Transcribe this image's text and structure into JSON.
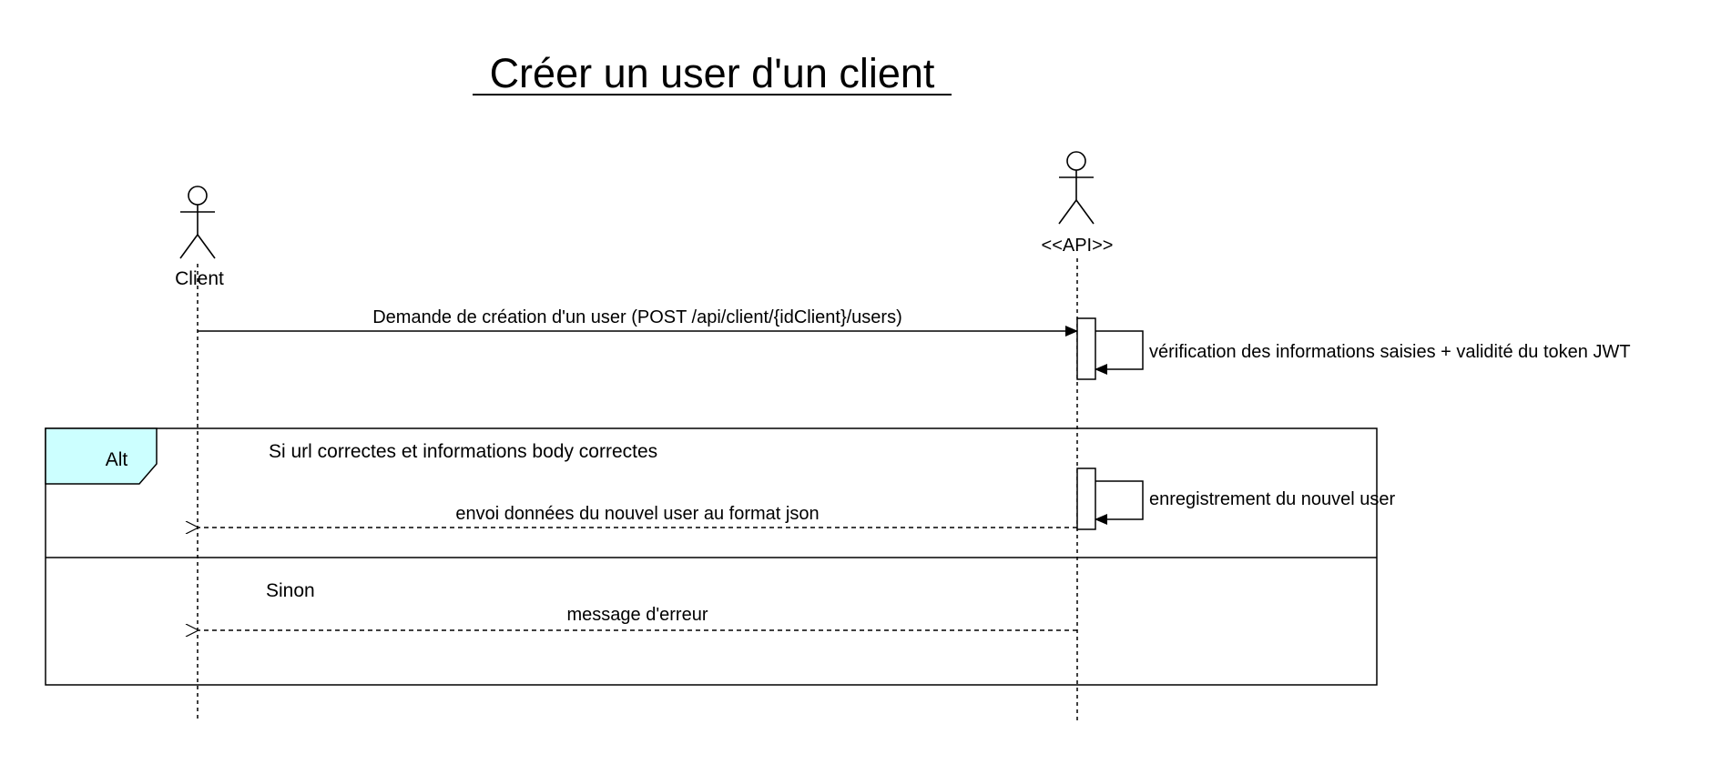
{
  "title": "Créer un user d'un client",
  "actors": {
    "client": {
      "label": "Client"
    },
    "api": {
      "label": "<<API>>"
    }
  },
  "messages": {
    "request": "Demande de création d'un user (POST /api/client/{idClient}/users)",
    "verification": "vérification des informations saisies + validité du token JWT",
    "save": "enregistrement du nouvel user",
    "success_response": "envoi données du nouvel user au format json",
    "error_response": "message d'erreur"
  },
  "alt_fragment": {
    "tag": "Alt",
    "guard_if": "Si url correctes et informations body correctes",
    "guard_else": "Sinon"
  },
  "colors": {
    "alt_tag_fill": "#ccffff",
    "line": "#000000",
    "background": "#ffffff"
  }
}
